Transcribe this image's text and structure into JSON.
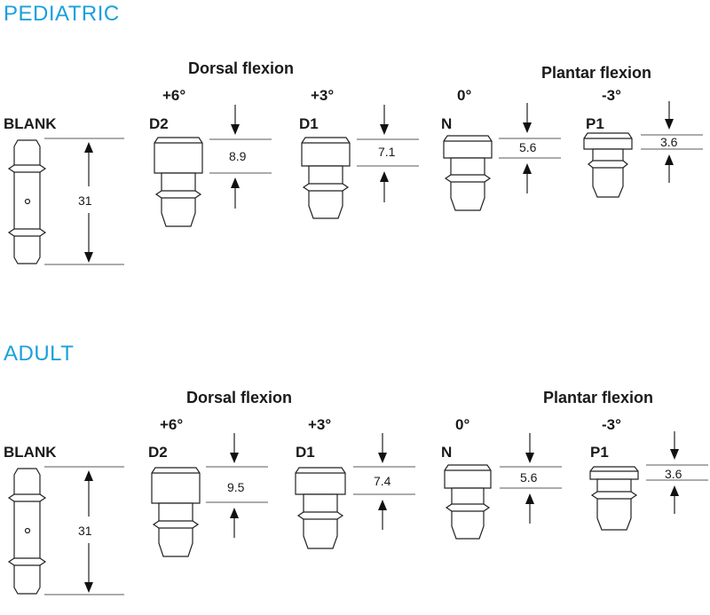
{
  "pediatric": {
    "title": "PEDIATRIC",
    "dorsal_label": "Dorsal flexion",
    "plantar_label": "Plantar flexion",
    "blank_label": "BLANK",
    "blank_length": "31",
    "parts": [
      {
        "angle": "+6°",
        "code": "D2",
        "height": "8.9"
      },
      {
        "angle": "+3°",
        "code": "D1",
        "height": "7.1"
      },
      {
        "angle": "0°",
        "code": "N",
        "height": "5.6"
      },
      {
        "angle": "-3°",
        "code": "P1",
        "height": "3.6"
      }
    ]
  },
  "adult": {
    "title": "ADULT",
    "dorsal_label": "Dorsal flexion",
    "plantar_label": "Plantar flexion",
    "blank_label": "BLANK",
    "blank_length": "31",
    "parts": [
      {
        "angle": "+6°",
        "code": "D2",
        "height": "9.5"
      },
      {
        "angle": "+3°",
        "code": "D1",
        "height": "7.4"
      },
      {
        "angle": "0°",
        "code": "N",
        "height": "5.6"
      },
      {
        "angle": "-3°",
        "code": "P1",
        "height": "3.6"
      }
    ]
  }
}
